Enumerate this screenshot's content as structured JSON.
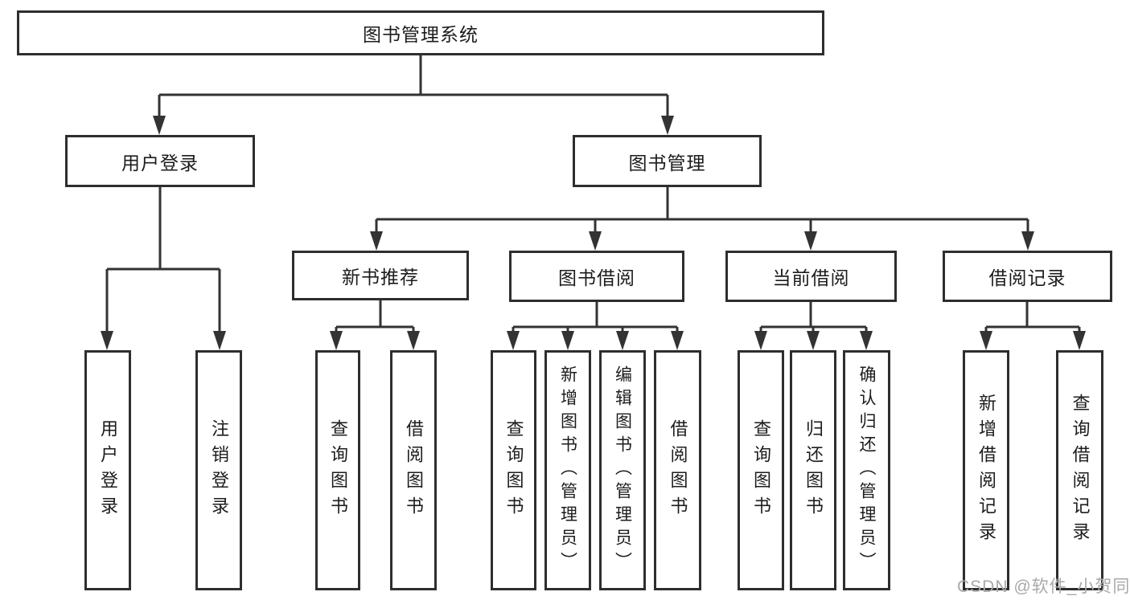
{
  "diagram": {
    "type": "hierarchy-tree",
    "nodes": {
      "root": {
        "label": "图书管理系统"
      },
      "user_login": {
        "label": "用户登录"
      },
      "book_mgmt": {
        "label": "图书管理"
      },
      "new_book_rec": {
        "label": "新书推荐"
      },
      "book_borrow": {
        "label": "图书借阅"
      },
      "current_borrow": {
        "label": "当前借阅"
      },
      "borrow_records": {
        "label": "借阅记录"
      },
      "leaf_user_login": {
        "label": "用户登录"
      },
      "leaf_logout": {
        "label": "注销登录"
      },
      "leaf_rec_query": {
        "label": "查询图书"
      },
      "leaf_rec_borrow": {
        "label": "借阅图书"
      },
      "leaf_bb_query": {
        "label": "查询图书"
      },
      "leaf_bb_add": {
        "label": "新增图书（管理员）"
      },
      "leaf_bb_edit": {
        "label": "编辑图书（管理员）"
      },
      "leaf_bb_borrow": {
        "label": "借阅图书"
      },
      "leaf_cb_query": {
        "label": "查询图书"
      },
      "leaf_cb_return": {
        "label": "归还图书"
      },
      "leaf_cb_confirm": {
        "label": "确认归还（管理员）"
      },
      "leaf_br_add": {
        "label": "新增借阅记录"
      },
      "leaf_br_query": {
        "label": "查询借阅记录"
      }
    },
    "edges": [
      [
        "root",
        "user_login"
      ],
      [
        "root",
        "book_mgmt"
      ],
      [
        "user_login",
        "leaf_user_login"
      ],
      [
        "user_login",
        "leaf_logout"
      ],
      [
        "book_mgmt",
        "new_book_rec"
      ],
      [
        "book_mgmt",
        "book_borrow"
      ],
      [
        "book_mgmt",
        "current_borrow"
      ],
      [
        "book_mgmt",
        "borrow_records"
      ],
      [
        "new_book_rec",
        "leaf_rec_query"
      ],
      [
        "new_book_rec",
        "leaf_rec_borrow"
      ],
      [
        "book_borrow",
        "leaf_bb_query"
      ],
      [
        "book_borrow",
        "leaf_bb_add"
      ],
      [
        "book_borrow",
        "leaf_bb_edit"
      ],
      [
        "book_borrow",
        "leaf_bb_borrow"
      ],
      [
        "current_borrow",
        "leaf_cb_query"
      ],
      [
        "current_borrow",
        "leaf_cb_return"
      ],
      [
        "current_borrow",
        "leaf_cb_confirm"
      ],
      [
        "borrow_records",
        "leaf_br_add"
      ],
      [
        "borrow_records",
        "leaf_br_query"
      ]
    ]
  },
  "watermark": {
    "text": "CSDN @软件_小贺同学"
  },
  "colors": {
    "line": "#333333",
    "box_border": "#2e2e2e",
    "text": "#1c1c1c",
    "watermark": "#a9a9a9",
    "background": "#ffffff"
  }
}
